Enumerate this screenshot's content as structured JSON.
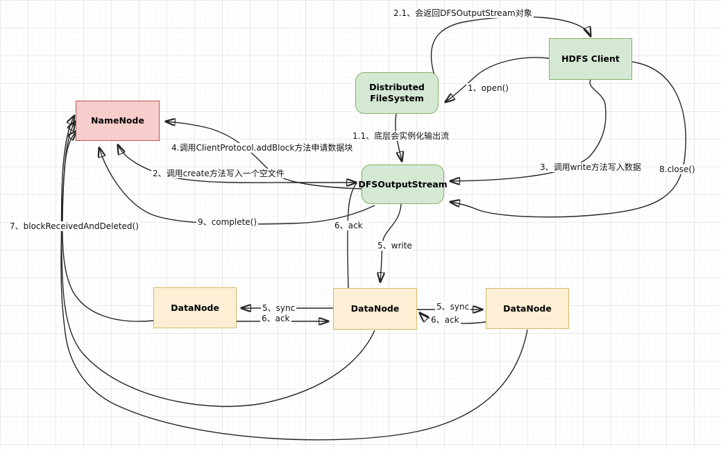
{
  "nodes": {
    "namenode": {
      "label": "NameNode"
    },
    "distributed_filesystem": {
      "label": "Distributed FileSystem"
    },
    "hdfs_client": {
      "label": "HDFS Client"
    },
    "dfs_output_stream": {
      "label": "DFSOutputStream"
    },
    "datanode_1": {
      "label": "DataNode"
    },
    "datanode_2": {
      "label": "DataNode"
    },
    "datanode_3": {
      "label": "DataNode"
    }
  },
  "edge_labels": {
    "open": "1、open()",
    "return_stream": "2.1、会返回DFSOutputStream对象",
    "instantiate": "1.1、底层会实例化输出流",
    "create": "2、调用create方法写入一个空文件",
    "write_method": "3、调用write方法写入数据",
    "add_block": "4.调用ClientProtocol.addBlock方法申请数据块",
    "write": "5、write",
    "sync_1": "5、sync",
    "sync_2": "5、sync",
    "ack_stream": "6、ack",
    "ack_1": "6、ack",
    "ack_2": "6、ack",
    "block_received": "7、blockReceivedAndDeleted()",
    "close": "8.close()",
    "complete": "9、complete()"
  },
  "colors": {
    "green_fill": "#d5e8d4",
    "green_border": "#82b366",
    "red_fill": "#f8cecc",
    "red_border": "#b85450",
    "yellow_fill": "#fcefd5",
    "yellow_border": "#d8b86a",
    "edge": "#242424"
  }
}
